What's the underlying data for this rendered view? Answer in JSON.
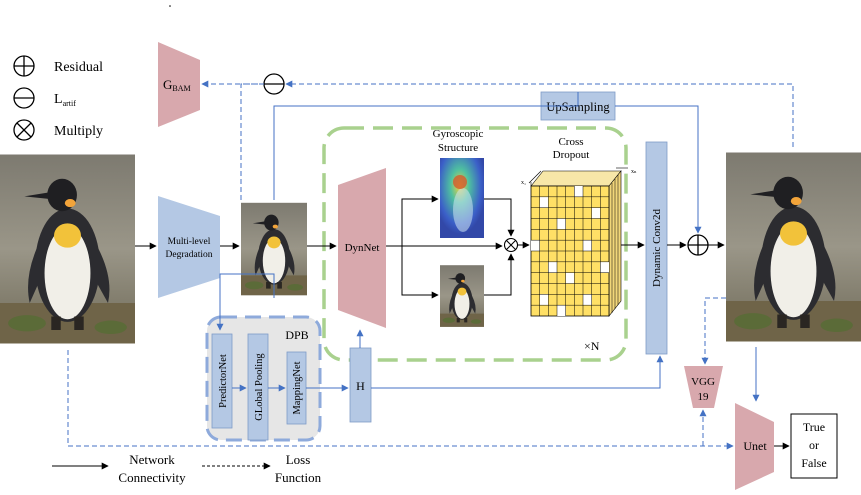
{
  "legend": {
    "residual": "Residual",
    "lartif_main": "L",
    "lartif_sub": "artif",
    "multiply": "Multiply"
  },
  "gbam": {
    "main": "G",
    "sub": "BAM"
  },
  "blocks": {
    "degradation_line1": "Multi-level",
    "degradation_line2": "Degradation",
    "dynnet": "DynNet",
    "upsampling": "UpSampling",
    "dynamic_conv": "Dynamic Conv2d",
    "predictor": "PredictorNet",
    "global_pooling": "GLobal Pooling",
    "mapping": "MappingNet",
    "h": "H",
    "dpb": "DPB",
    "vgg_line1": "VGG",
    "vgg_line2": "19",
    "unet": "Unet",
    "output_line1": "True",
    "output_line2": "or",
    "output_line3": "False"
  },
  "labels": {
    "gyro_line1": "Gyroscopic",
    "gyro_line2": "Structure",
    "cross_line1": "Cross",
    "cross_line2": "Dropout",
    "times_n": "×N",
    "x1": "x₁",
    "xn": "xₙ"
  },
  "bottom_legend": {
    "network_line1": "Network",
    "network_line2": "Connectivity",
    "loss_line1": "Loss",
    "loss_line2": "Function"
  },
  "colors": {
    "pink": "#d8a8ad",
    "blue": "#b4c8e4",
    "blue_stroke": "#7f9cc7",
    "arrow_blue": "#4472c4",
    "dash_green": "#a9d18e",
    "dpb_bg": "#e6e6e6"
  }
}
